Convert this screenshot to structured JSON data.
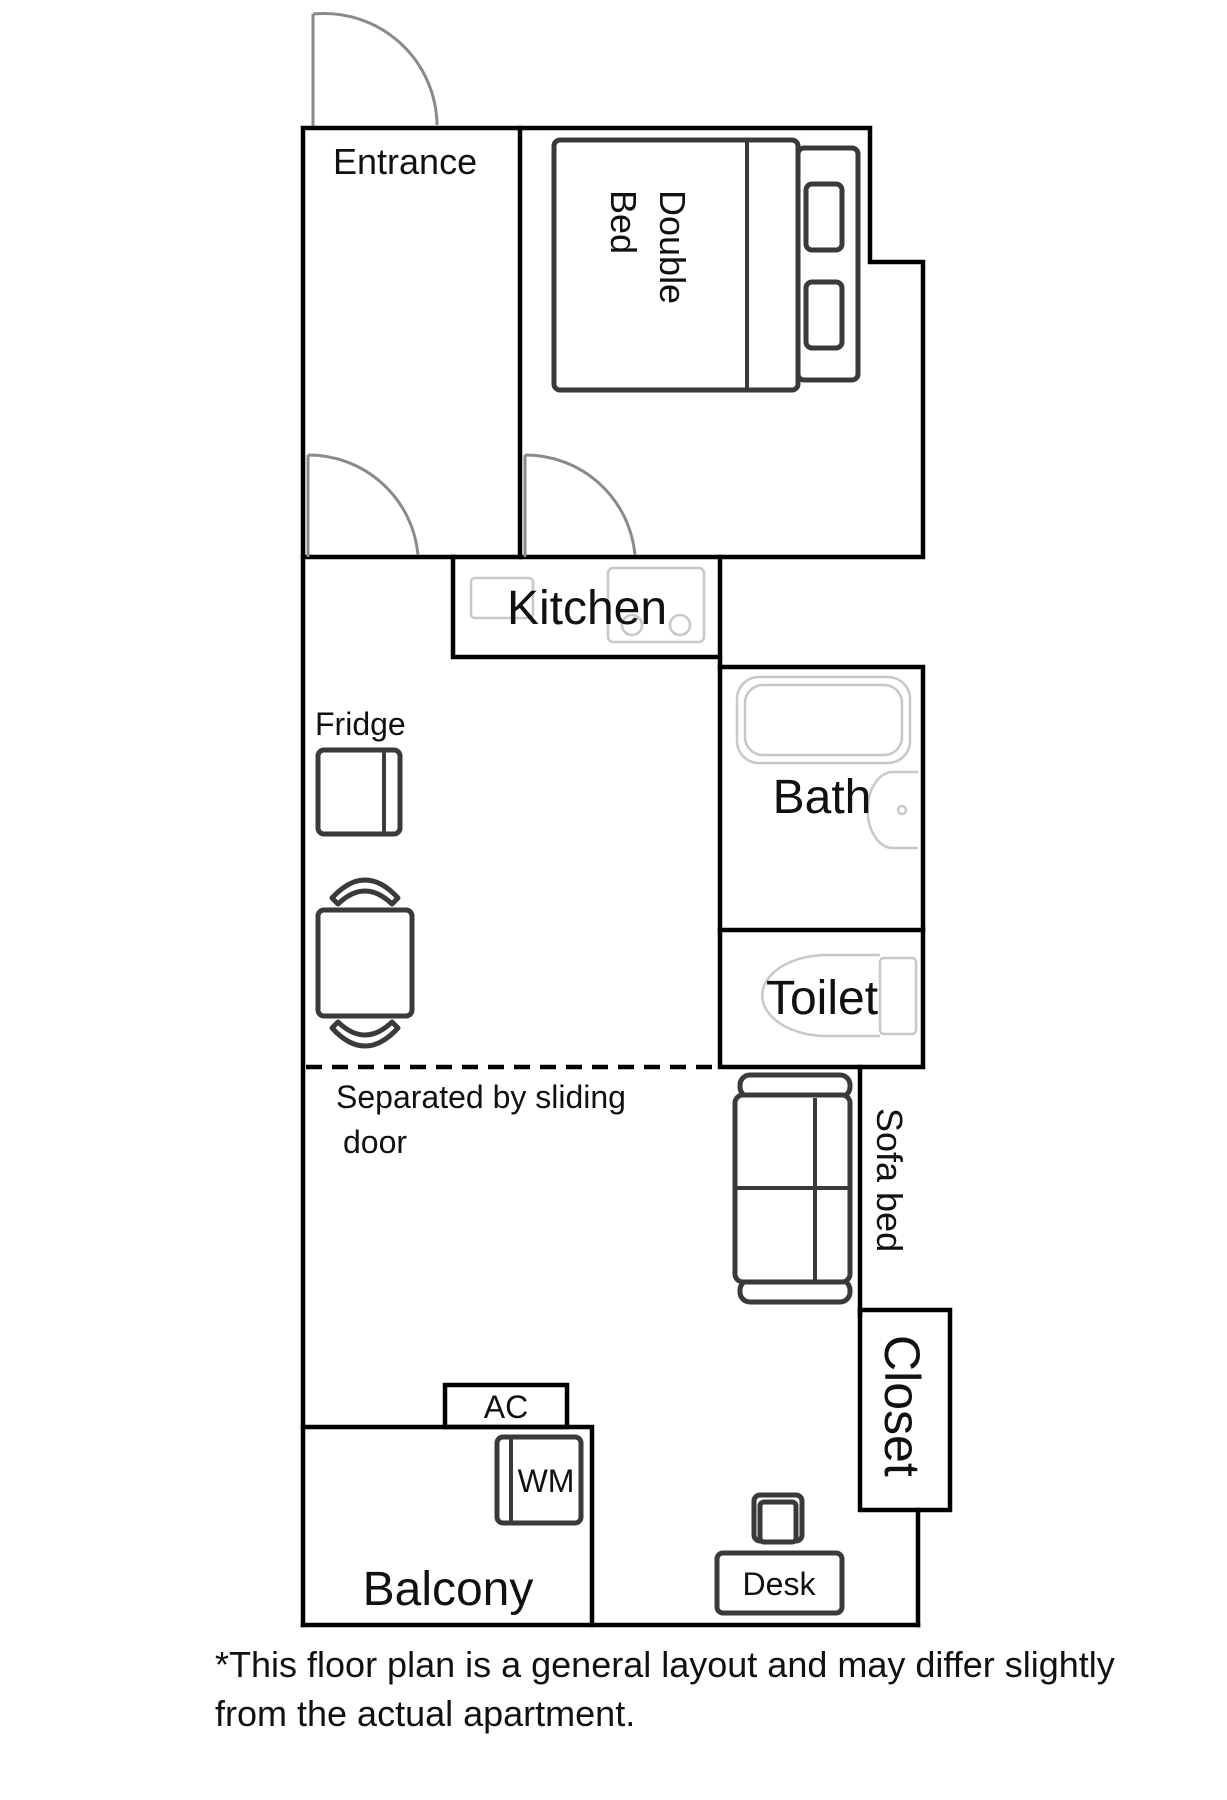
{
  "rooms": {
    "entrance": "Entrance",
    "bed": [
      "Double",
      "Bed"
    ],
    "kitchen": "Kitchen",
    "fridge": "Fridge",
    "bath": "Bath",
    "toilet": "Toilet",
    "sliding_door": [
      "Separated by sliding",
      "door"
    ],
    "sofa_bed": "Sofa bed",
    "closet": "Closet",
    "ac": "AC",
    "washing_machine": "WM",
    "balcony": "Balcony",
    "desk": "Desk"
  },
  "disclaimer": "*This floor plan is a general layout and may differ slightly from the actual apartment.",
  "colors": {
    "walls": "#000000",
    "furniture": "#3a3a3a",
    "door_swing": "#8a8a8a",
    "fixture_outline": "#c8c8c8"
  }
}
